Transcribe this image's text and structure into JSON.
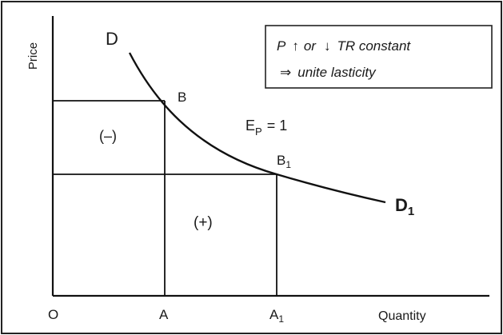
{
  "diagram": {
    "axes": {
      "y_label": "Price",
      "x_label": "Quantity",
      "origin_label": "O"
    },
    "curve": {
      "start_label": "D",
      "end_label": "D",
      "end_subscript": "1"
    },
    "points": [
      {
        "label": "B",
        "subscript": ""
      },
      {
        "label": "B",
        "subscript": "1"
      }
    ],
    "x_ticks": [
      {
        "label": "A",
        "subscript": ""
      },
      {
        "label": "A",
        "subscript": "1"
      }
    ],
    "elasticity": {
      "symbol": "E",
      "subscript": "P",
      "value": "= 1"
    },
    "regions": {
      "loss": "(–)",
      "gain": "(+)"
    },
    "legend": {
      "p_label": "P",
      "up_arrow": "↑",
      "or_text": "or",
      "down_arrow": "↓",
      "rest_text": "TR constant",
      "implies": "⇒",
      "line2_text": "unite lasticity"
    }
  }
}
